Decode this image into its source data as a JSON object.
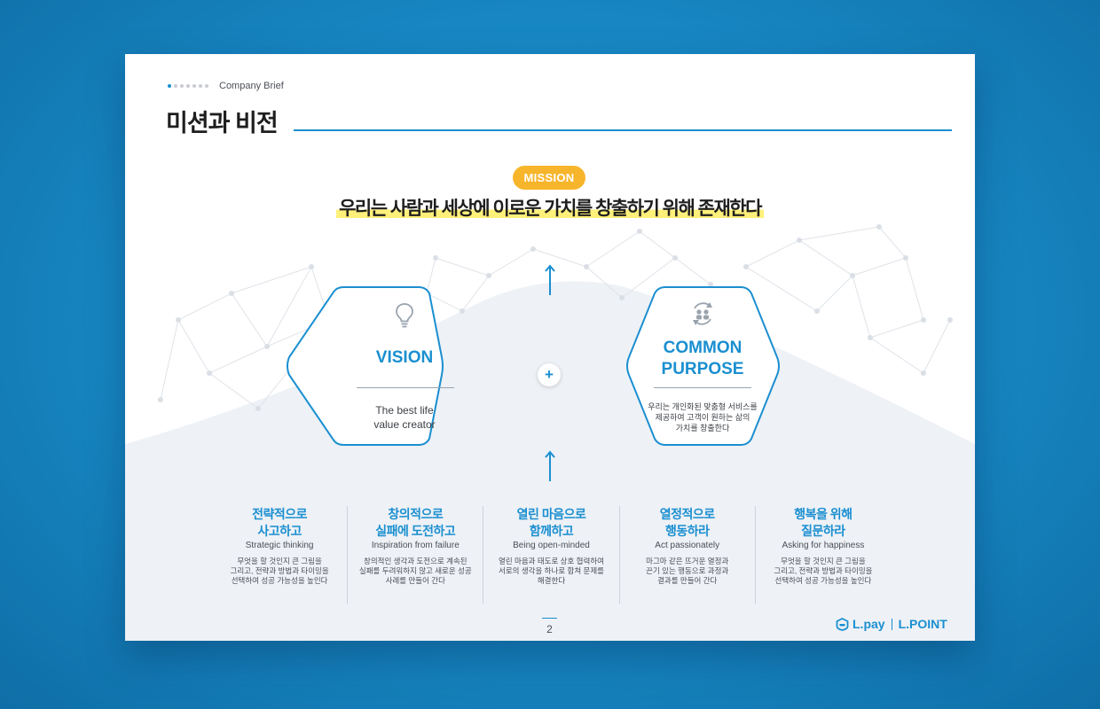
{
  "header": {
    "section_label": "Company Brief",
    "title": "미션과 비전"
  },
  "mission": {
    "badge": "MISSION",
    "statement": "우리는 사람과 세상에 이로운 가치를 창출하기 위해 존재한다"
  },
  "vision": {
    "title": "VISION",
    "description": "The best life\nvalue creator",
    "icon": "lightbulb-icon"
  },
  "common_purpose": {
    "title": "COMMON\nPURPOSE",
    "description": "우리는 개인화된 맞춤형 서비스를\n제공하여 고객이 원하는 삶의\n가치를 창출한다",
    "icon": "people-cycle-icon"
  },
  "connector": {
    "plus": "+"
  },
  "values": [
    {
      "title": "전략적으로\n사고하고",
      "subtitle": "Strategic thinking",
      "description": "무엇을 할 것인지 큰 그림을\n그리고, 전략과 방법과 타이밍을\n선택하여 성공 가능성을 높인다"
    },
    {
      "title": "창의적으로\n실패에 도전하고",
      "subtitle": "Inspiration  from failure",
      "description": "창의적인 생각과 도전으로 계속된\n실패를 두려워하지 않고 새로운 성공\n사례를 만들어 간다"
    },
    {
      "title": "열린 마음으로\n함께하고",
      "subtitle": "Being open-minded",
      "description": "열린 마음과 태도로 상호 협력하여\n서로의 생각을 하나로 합쳐 문제를\n해결한다"
    },
    {
      "title": "열정적으로\n행동하라",
      "subtitle": "Act passionately",
      "description": "마그마 같은 뜨거운 열정과\n끈기 있는 행동으로 과정과\n결과를 만들어 간다"
    },
    {
      "title": "행복을 위해\n질문하라",
      "subtitle": "Asking for happiness",
      "description": "무엇을 할 것인지 큰 그림을\n그리고, 전략과 방법과 타이밍을\n선택하여 성공 가능성을 높인다"
    }
  ],
  "footer": {
    "page_number": "2",
    "logo_lpay": "L.pay",
    "logo_lpoint": "L.POINT"
  },
  "colors": {
    "accent": "#1a8fd0",
    "badge": "#f7b52b",
    "highlight": "#fff07a"
  }
}
